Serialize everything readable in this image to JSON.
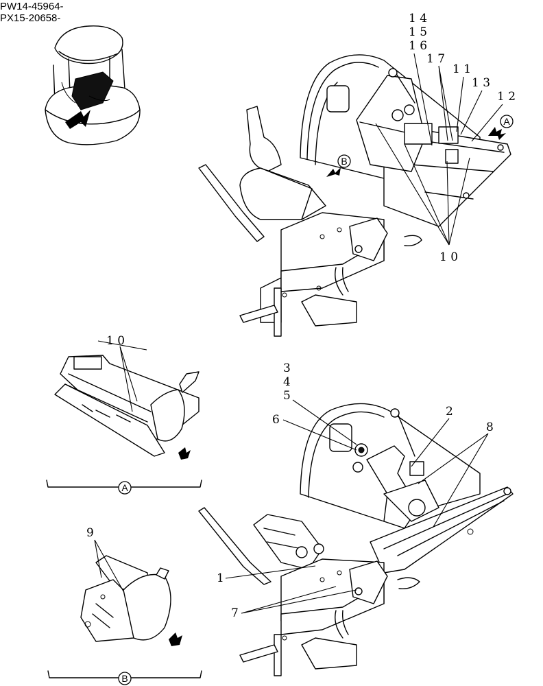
{
  "header": {
    "line1": "PW14-45964-",
    "line2": "PX15-20658-"
  },
  "callouts": {
    "c14": "1 4",
    "c15": "1 5",
    "c16": "1 6",
    "c17": "1 7",
    "c11": "1 1",
    "c13": "1 3",
    "c12": "1 2",
    "c10_main": "1 0",
    "c10_detail": "1 0",
    "c3": "3",
    "c4": "4",
    "c5": "5",
    "c6": "6",
    "c2": "2",
    "c8": "8",
    "c1": "1",
    "c7": "7",
    "c9": "9"
  },
  "view_markers": {
    "a": "A",
    "b": "B"
  }
}
